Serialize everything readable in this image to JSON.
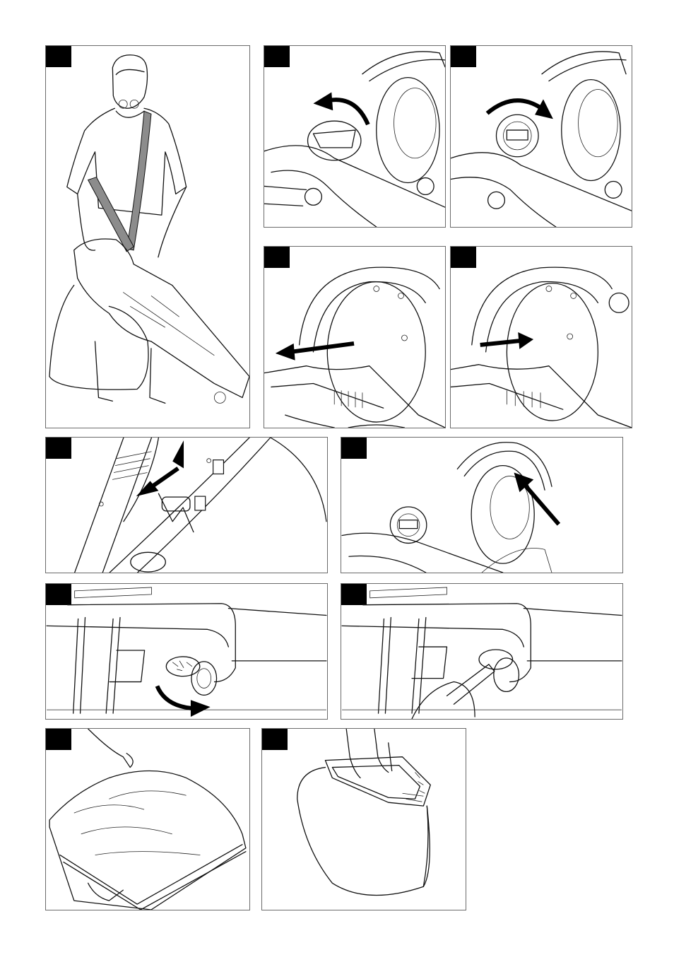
{
  "figures": [
    {
      "id": "1",
      "subject": "person-carrying-blower"
    },
    {
      "id": "2",
      "subject": "dial-rotate-left"
    },
    {
      "id": "3",
      "subject": "dial-rotate-right"
    },
    {
      "id": "4",
      "subject": "slide-left"
    },
    {
      "id": "5",
      "subject": "slide-right"
    },
    {
      "id": "6",
      "subject": "tube-adjust"
    },
    {
      "id": "7",
      "subject": "handle-arrow"
    },
    {
      "id": "8",
      "subject": "outlet-cap-rotate"
    },
    {
      "id": "9",
      "subject": "outlet-clear"
    },
    {
      "id": "10",
      "subject": "bag-fitting"
    },
    {
      "id": "11",
      "subject": "bag-frame"
    }
  ],
  "colors": {
    "tag": "#000000",
    "border": "#6b6b6b",
    "strap": "#8c8c8c"
  }
}
